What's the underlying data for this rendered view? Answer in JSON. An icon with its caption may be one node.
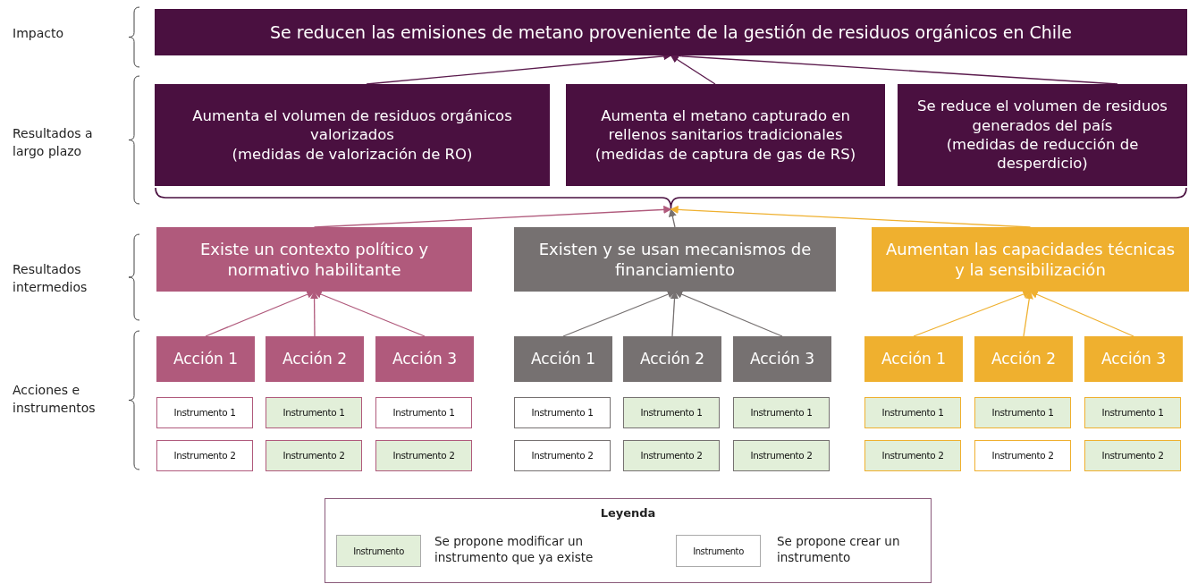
{
  "diagram": {
    "nodes": [
      {
        "text": [
          "Se reducen las emisiones de metano proveniente de la gestión de residuos orgánicos en Chile"
        ]
      },
      {
        "text": [
          "Aumenta el volumen de residuos orgánicos valorizados",
          "(medidas de valorización de RO)"
        ]
      },
      {
        "text": [
          "Aumenta el metano capturado en rellenos sanitarios tradicionales",
          "(medidas de captura de gas de RS)"
        ]
      },
      {
        "text": [
          "Se reduce el volumen de residuos generados del país",
          "(medidas de reducción de desperdicio)"
        ]
      },
      {
        "text": [],
        "shape": "bracket"
      },
      {
        "text": [
          "Existe un contexto político y normativo habilitante"
        ]
      },
      {
        "text": [
          "Existen y se usan mecanismos de financiamiento"
        ]
      },
      {
        "text": [
          "Aumentan las capacidades técnicas y la sensibilización"
        ]
      },
      {
        "text": [
          "Acción 1"
        ]
      },
      {
        "text": [
          "Acción 2"
        ]
      },
      {
        "text": [
          "Acción 3"
        ]
      },
      {
        "text": [
          "Acción 1"
        ]
      },
      {
        "text": [
          "Acción 2"
        ]
      },
      {
        "text": [
          "Acción 3"
        ]
      },
      {
        "text": [
          "Acción 1"
        ]
      },
      {
        "text": [
          "Acción 2"
        ]
      },
      {
        "text": [
          "Acción 3"
        ]
      },
      {
        "text": [
          "Instrumento 1"
        ]
      },
      {
        "text": [
          "Instrumento 1"
        ]
      },
      {
        "text": [
          "Instrumento 1"
        ]
      },
      {
        "text": [
          "Instrumento 1"
        ]
      },
      {
        "text": [
          "Instrumento 1"
        ]
      },
      {
        "text": [
          "Instrumento 1"
        ]
      },
      {
        "text": [
          "Instrumento 1"
        ]
      },
      {
        "text": [
          "Instrumento 1"
        ]
      },
      {
        "text": [
          "Instrumento 1"
        ]
      },
      {
        "text": [
          "Instrumento 2"
        ]
      },
      {
        "text": [
          "Instrumento 2"
        ]
      },
      {
        "text": [
          "Instrumento 2"
        ]
      },
      {
        "text": [
          "Instrumento 2"
        ]
      },
      {
        "text": [
          "Instrumento 2"
        ]
      },
      {
        "text": [
          "Instrumento 2"
        ]
      },
      {
        "text": [
          "Instrumento 2"
        ]
      },
      {
        "text": [
          "Instrumento 2"
        ]
      },
      {
        "text": [
          "Instrumento 2"
        ]
      }
    ],
    "edges": [
      {
        "from": 1,
        "to": 0,
        "arrow": "to",
        "color": "#5a1a4c"
      },
      {
        "from": 2,
        "to": 0,
        "arrow": "to",
        "color": "#5a1a4c"
      },
      {
        "from": 3,
        "to": 0,
        "arrow": "to",
        "color": "#5a1a4c"
      },
      {
        "from": 5,
        "to": 4,
        "arrow": "to",
        "color": "#b05a7c"
      },
      {
        "from": 6,
        "to": 4,
        "arrow": "to",
        "color": "#767171"
      },
      {
        "from": 7,
        "to": 4,
        "arrow": "to",
        "color": "#efb02f"
      },
      {
        "from": 8,
        "to": 5,
        "arrow": "to",
        "color": "#b05a7c"
      },
      {
        "from": 9,
        "to": 5,
        "arrow": "to",
        "color": "#b05a7c"
      },
      {
        "from": 10,
        "to": 5,
        "arrow": "to",
        "color": "#b05a7c"
      },
      {
        "from": 11,
        "to": 6,
        "arrow": "to",
        "color": "#767171"
      },
      {
        "from": 12,
        "to": 6,
        "arrow": "to",
        "color": "#767171"
      },
      {
        "from": 13,
        "to": 6,
        "arrow": "to",
        "color": "#767171"
      },
      {
        "from": 14,
        "to": 7,
        "arrow": "to",
        "color": "#efb02f"
      },
      {
        "from": 15,
        "to": 7,
        "arrow": "to",
        "color": "#efb02f"
      },
      {
        "from": 16,
        "to": 7,
        "arrow": "to",
        "color": "#efb02f"
      }
    ],
    "labels": [
      "Impacto",
      "Resultados a largo plazo",
      "Resultados intermedios",
      "Acciones e instrumentos",
      "Leyenda",
      "Instrumento",
      "Instrumento"
    ],
    "legend": [
      {
        "text": "Se propone modificar un instrumento que ya existe",
        "color": "#e2efd9"
      },
      {
        "text": "Se propone crear un instrumento",
        "color": "#ffffff"
      }
    ]
  }
}
